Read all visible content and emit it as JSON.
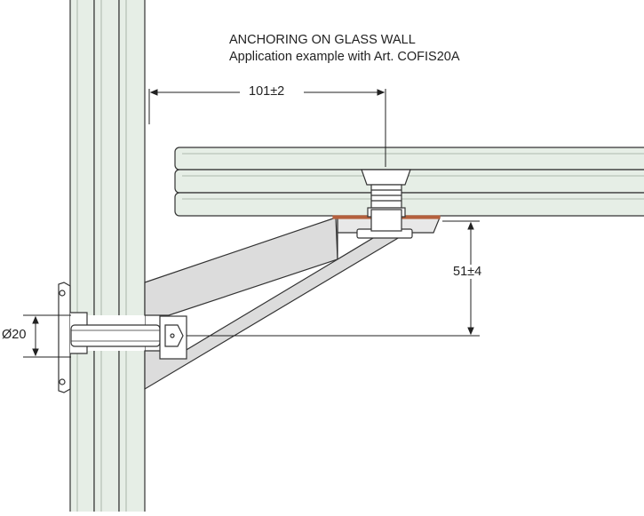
{
  "title": {
    "line1": "ANCHORING ON GLASS WALL",
    "line2": "Application example with Art. COFIS20A"
  },
  "dimensions": {
    "horizontal": "101±2",
    "vertical": "51±4",
    "diameter": "Ø20"
  },
  "colors": {
    "glass_fill": "#e6eee6",
    "glass_stroke": "#333333",
    "bracket_fill": "#d9d9d9",
    "gasket": "#b5603c",
    "line": "#222222"
  }
}
